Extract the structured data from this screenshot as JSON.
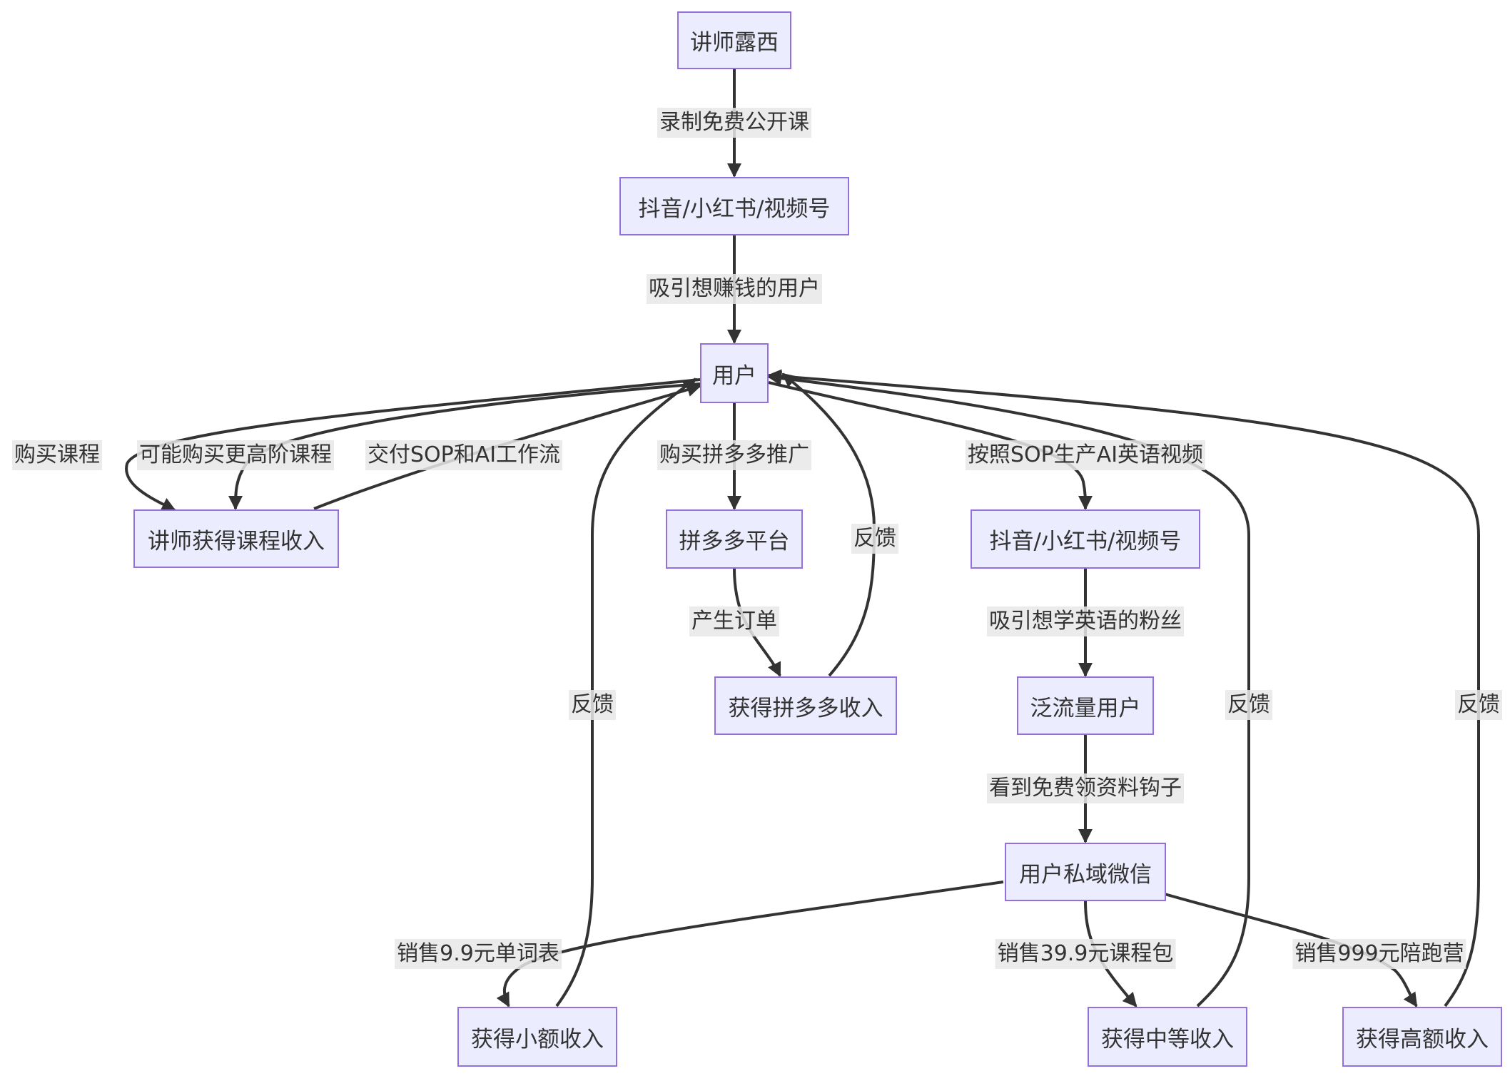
{
  "nodes": {
    "lecturer": "讲师露西",
    "platform1": "抖音/小红书/视频号",
    "user": "用户",
    "lecturer_income": "讲师获得课程收入",
    "pdd_platform": "拼多多平台",
    "pdd_income": "获得拼多多收入",
    "platform2": "抖音/小红书/视频号",
    "traffic_users": "泛流量用户",
    "private_wechat": "用户私域微信",
    "small_income": "获得小额收入",
    "medium_income": "获得中等收入",
    "high_income": "获得高额收入"
  },
  "edges": {
    "record_course": "录制免费公开课",
    "attract_money": "吸引想赚钱的用户",
    "buy_course": "购买课程",
    "buy_advanced": "可能购买更高阶课程",
    "deliver_sop": "交付SOP和AI工作流",
    "buy_pdd": "购买拼多多推广",
    "produce_order": "产生订单",
    "feedback_pdd": "反馈",
    "produce_video": "按照SOP生产AI英语视频",
    "attract_english": "吸引想学英语的粉丝",
    "see_hook": "看到免费领资料钩子",
    "sell_small": "销售9.9元单词表",
    "sell_medium": "销售39.9元课程包",
    "sell_high": "销售999元陪跑营",
    "feedback_small": "反馈",
    "feedback_medium": "反馈",
    "feedback_high": "反馈"
  }
}
